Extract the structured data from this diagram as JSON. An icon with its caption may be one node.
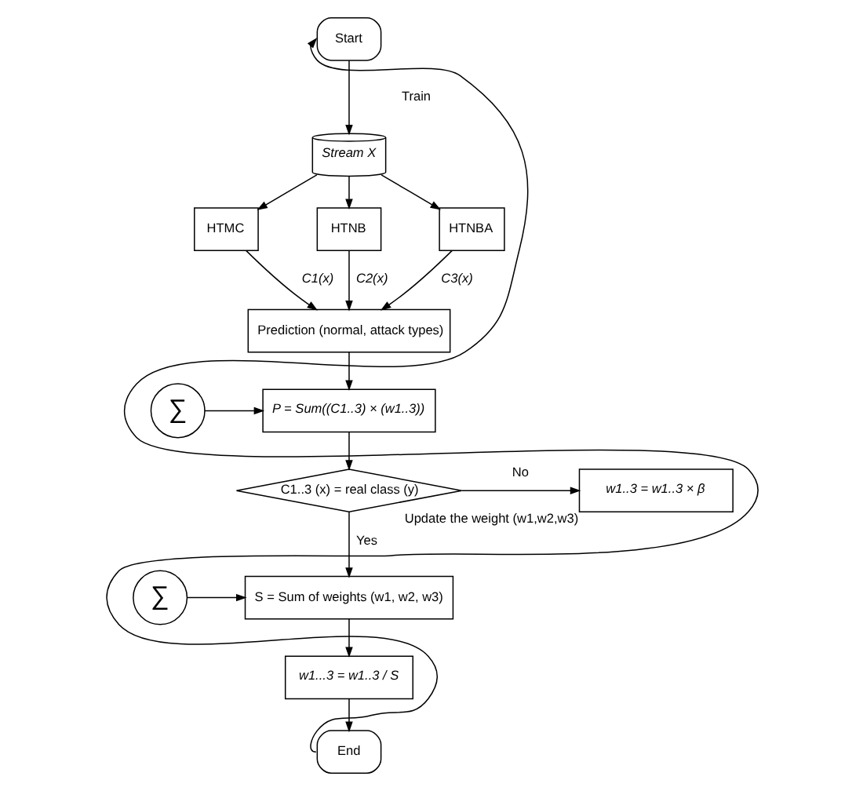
{
  "diagram": {
    "nodes": [
      {
        "text": [
          "Start"
        ]
      },
      {
        "text": [
          "Stream X"
        ]
      },
      {
        "text": [
          "HTMC"
        ]
      },
      {
        "text": [
          "HTNB"
        ]
      },
      {
        "text": [
          "HTNBA"
        ]
      },
      {
        "text": [
          "Prediction (normal, attack types)"
        ]
      },
      {
        "text": [
          "∑"
        ]
      },
      {
        "text": [
          "P = Sum((C1..3) × (w1..3))"
        ]
      },
      {
        "text": [
          "C1..3 (x) = real class (y)"
        ]
      },
      {
        "text": [
          "w1..3 = w1..3 × β"
        ],
        "beside": [
          "Update the weight (w1,w2,w3)"
        ]
      },
      {
        "text": [
          "∑"
        ]
      },
      {
        "text": [
          "S = Sum of weights (w1, w2, w3)"
        ]
      },
      {
        "text": [
          "w1...3 = w1..3 / S"
        ]
      },
      {
        "text": [
          "End"
        ]
      }
    ],
    "edges": [
      {
        "from": 0,
        "to": 1,
        "arrow": "to"
      },
      {
        "from": 1,
        "to": 2,
        "arrow": "to"
      },
      {
        "from": 1,
        "to": 3,
        "arrow": "to"
      },
      {
        "from": 1,
        "to": 4,
        "arrow": "to"
      },
      {
        "from": 2,
        "to": 5,
        "arrow": "to",
        "label": "C1(x)"
      },
      {
        "from": 3,
        "to": 5,
        "arrow": "to",
        "label": "C2(x)"
      },
      {
        "from": 4,
        "to": 5,
        "arrow": "to",
        "label": "C3(x)"
      },
      {
        "from": 5,
        "to": 7,
        "arrow": "to"
      },
      {
        "from": 6,
        "to": 7,
        "arrow": "to"
      },
      {
        "from": 7,
        "to": 8,
        "arrow": "to"
      },
      {
        "from": 8,
        "to": 9,
        "arrow": "to",
        "label": "No"
      },
      {
        "from": 8,
        "to": 11,
        "arrow": "to",
        "label": "Yes"
      },
      {
        "from": 10,
        "to": 11,
        "arrow": "to"
      },
      {
        "from": 11,
        "to": 12,
        "arrow": "to"
      },
      {
        "from": 12,
        "to": 13,
        "arrow": "to"
      },
      {
        "from": 13,
        "to": 0,
        "arrow": "to"
      }
    ],
    "labels": [
      "Train"
    ]
  }
}
